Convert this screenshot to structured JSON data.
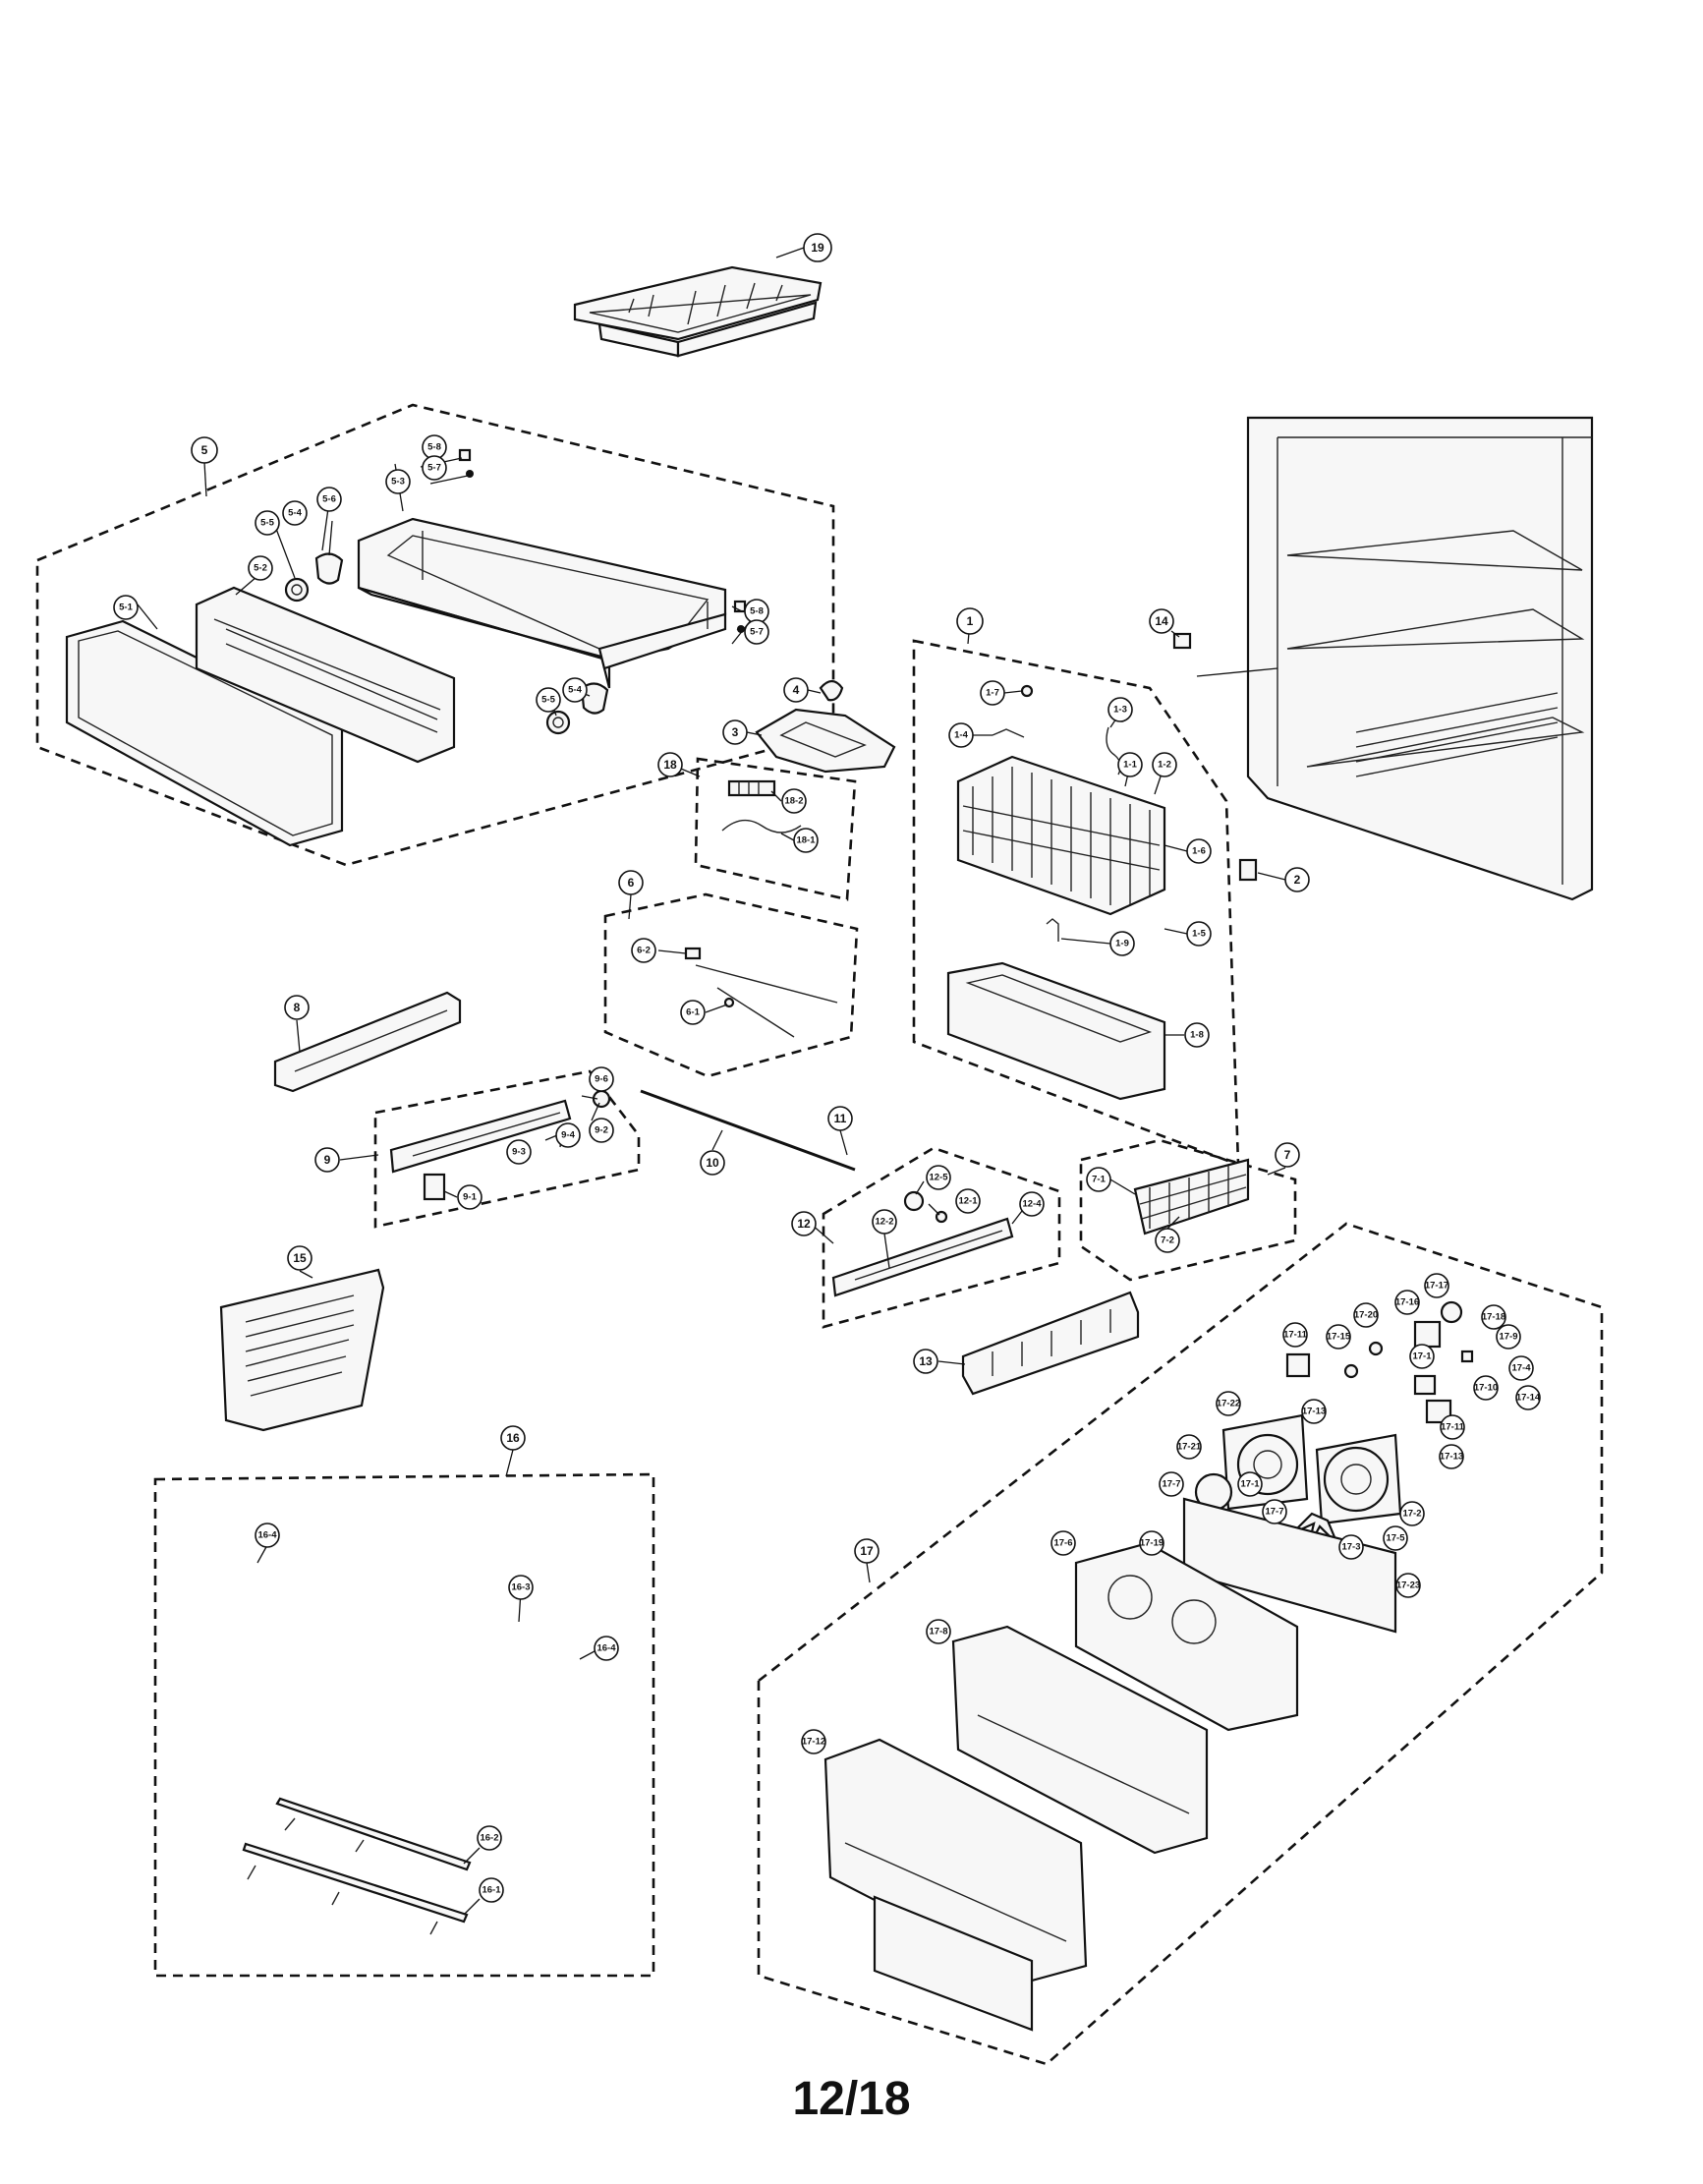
{
  "page": {
    "number": "12/18"
  },
  "callouts": {
    "c19": "19",
    "c5": "5",
    "c5_8a": "5-8",
    "c5_7a": "5-7",
    "c5_3": "5-3",
    "c5_6a": "5-6",
    "c5_4a": "5-4",
    "c5_5a": "5-5",
    "c5_2": "5-2",
    "c5_1": "5-1",
    "c5_8b": "5-8",
    "c5_7b": "5-7",
    "c5_6b": "5-6",
    "c5_4b": "5-4",
    "c5_5b": "5-5",
    "c4": "4",
    "c3": "3",
    "c18": "18",
    "c18_2": "18-2",
    "c18_1": "18-1",
    "c1": "1",
    "c1_7": "1-7",
    "c1_3": "1-3",
    "c1_4": "1-4",
    "c1_1": "1-1",
    "c1_2": "1-2",
    "c1_6": "1-6",
    "c1_5": "1-5",
    "c1_9": "1-9",
    "c1_8": "1-8",
    "c14": "14",
    "c2": "2",
    "c6": "6",
    "c6_2": "6-2",
    "c6_1": "6-1",
    "c8": "8",
    "c9": "9",
    "c9_6": "9-6",
    "c9_4": "9-4",
    "c9_2": "9-2",
    "c9_3": "9-3",
    "c9_1": "9-1",
    "c11": "11",
    "c10": "10",
    "c7": "7",
    "c7_1": "7-1",
    "c7_2": "7-2",
    "c12": "12",
    "c12_5": "12-5",
    "c12_1": "12-1",
    "c12_2": "12-2",
    "c12_4": "12-4",
    "c13": "13",
    "c15": "15",
    "c16": "16",
    "c16_4a": "16-4",
    "c16_3": "16-3",
    "c16_4b": "16-4",
    "c16_2": "16-2",
    "c16_1": "16-1",
    "c17": "17",
    "c17_17": "17-17",
    "c17_16": "17-16",
    "c17_20": "17-20",
    "c17_18": "17-18",
    "c17_11a": "17-11",
    "c17_15": "17-15",
    "c17_1": "17-1",
    "c17_9": "17-9",
    "c17_4": "17-4",
    "c17_10": "17-10",
    "c17_14": "17-14",
    "c17_11b": "17-11",
    "c17_13a": "17-13",
    "c17_22": "17-22",
    "c17_13b": "17-13",
    "c17_21": "17-21",
    "c17_7a": "17-7",
    "c17_1b": "17-1",
    "c17_2": "17-2",
    "c17_7b": "17-7",
    "c17_3": "17-3",
    "c17_5": "17-5",
    "c17_6": "17-6",
    "c17_19": "17-19",
    "c17_23": "17-23",
    "c17_8": "17-8",
    "c17_12": "17-12"
  }
}
